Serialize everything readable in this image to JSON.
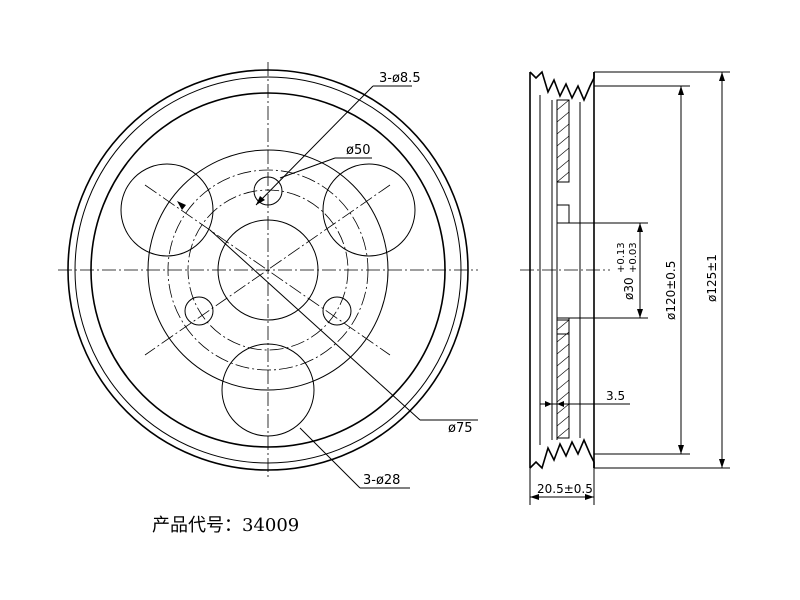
{
  "dimensions": {
    "hole_small": "3-ø8.5",
    "pcd_small": "ø50",
    "pcd_large": "ø75",
    "hole_large": "3-ø28",
    "bore": "ø30",
    "bore_tol_upper": "+0.13",
    "bore_tol_lower": "+0.03",
    "hub_dia": "ø120±0.5",
    "outer_dia": "ø125±1",
    "web_thickness": "3.5",
    "width": "20.5±0.5"
  },
  "product": {
    "label": "产品代号：",
    "code": "34009"
  }
}
